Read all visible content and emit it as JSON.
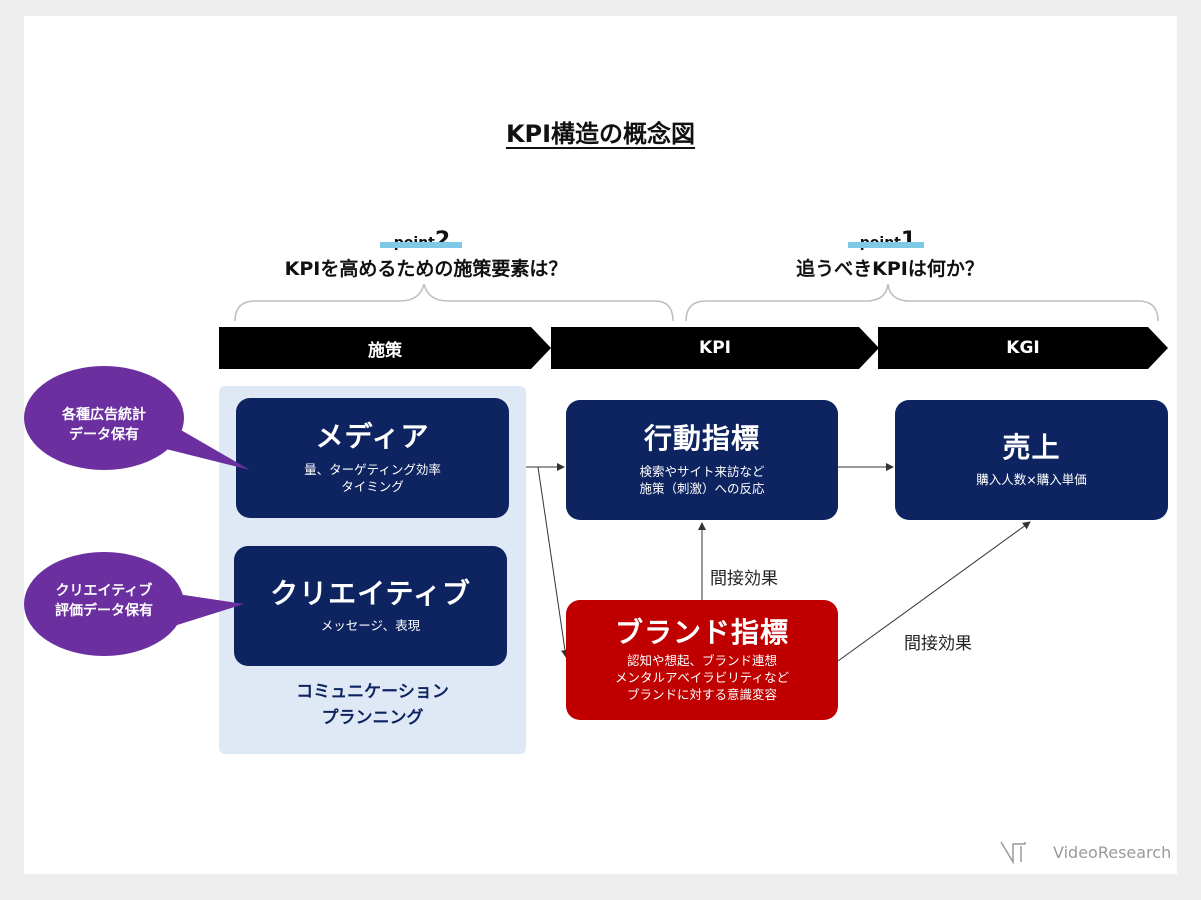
{
  "title": "KPI構造の概念図",
  "points": {
    "left": {
      "word": "point",
      "num": "2",
      "question": "KPIを高めるための施策要素は？"
    },
    "right": {
      "word": "point",
      "num": "1",
      "question": "追うべきKPIは何か？"
    }
  },
  "stages": [
    "施策",
    "KPI",
    "KGI"
  ],
  "boxes": {
    "media": {
      "head": "メディア",
      "sub": "量、ターゲティング効率\nタイミング"
    },
    "creative": {
      "head": "クリエイティブ",
      "sub": "メッセージ、表現"
    },
    "action": {
      "head": "行動指標",
      "sub": "検索やサイト来訪など\n施策（刺激）への反応"
    },
    "brand": {
      "head": "ブランド指標",
      "sub": "認知や想起、ブランド連想\nメンタルアベイラビリティなど\nブランドに対する意識変容"
    },
    "sales": {
      "head": "売上",
      "sub": "購入人数×購入単価"
    }
  },
  "panel_label": "コミュニケーション\nプランニング",
  "bubbles": {
    "top": "各種広告統計\nデータ保有",
    "bottom": "クリエイティブ\n評価データ保有"
  },
  "effects": {
    "up": "間接効果",
    "diag": "間接効果"
  },
  "logo": "VideoResearch",
  "colors": {
    "navy": "#0e2461",
    "red": "#c00000",
    "purple": "#6b2fa0",
    "panel": "#dfe9f5",
    "accent": "#7fc8e8"
  }
}
